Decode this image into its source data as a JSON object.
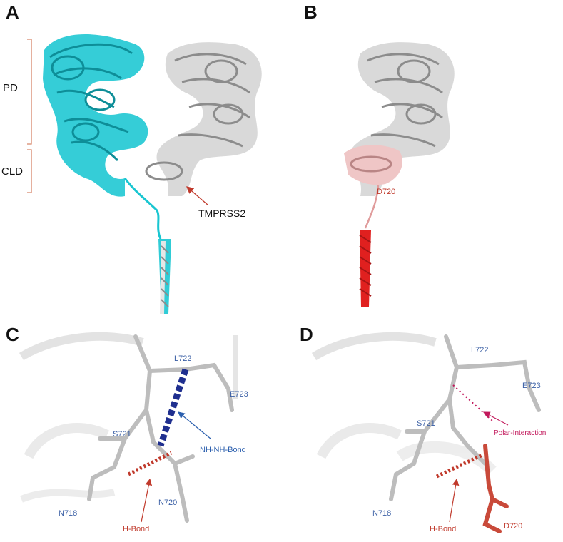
{
  "panels": {
    "a": {
      "letter": "A",
      "brackets": [
        "PD",
        "CLD"
      ],
      "annotation": "TMPRSS2"
    },
    "b": {
      "letter": "B",
      "residue": "D720"
    },
    "c": {
      "letter": "C",
      "residues": [
        "L722",
        "E723",
        "S721",
        "N718",
        "N720"
      ],
      "bonds": [
        "NH-NH-Bond",
        "H-Bond"
      ]
    },
    "d": {
      "letter": "D",
      "residues": [
        "L722",
        "E723",
        "S721",
        "N718",
        "D720"
      ],
      "bonds": [
        "Polar-Interaction",
        "H-Bond"
      ]
    }
  },
  "colors": {
    "cyan_chain": "#19c6d1",
    "grey_chain": "#d9d9d9",
    "grey_dark": "#8c8c8c",
    "pink_chain": "#efc6c6",
    "red_helix": "#e0201f",
    "bracket": "#d7866a",
    "arrow_red": "#c0392b",
    "arrow_blue": "#2b5fae",
    "bond_navy": "#1f2f8f",
    "bond_red": "#c0392b",
    "nitrogen": "#2a3fa8",
    "oxygen": "#d23a2a"
  }
}
